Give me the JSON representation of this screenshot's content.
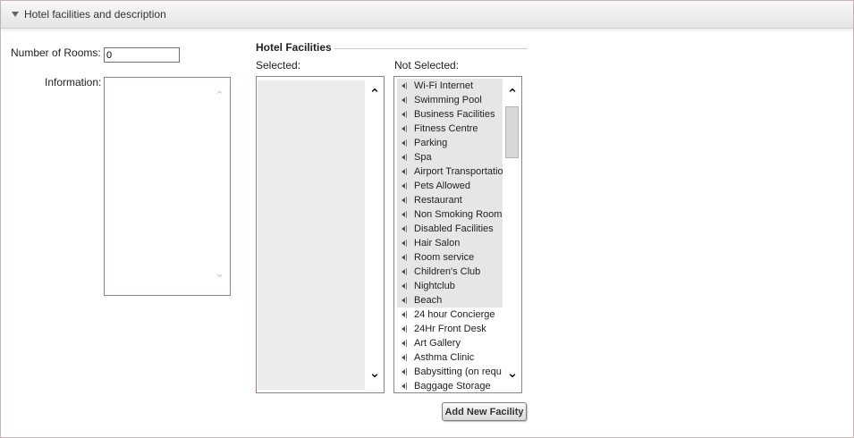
{
  "panel": {
    "title": "Hotel facilities and description"
  },
  "form": {
    "rooms_label": "Number of Rooms:",
    "rooms_value": "0",
    "information_label": "Information:"
  },
  "facilities": {
    "legend": "Hotel Facilities",
    "selected_label": "Selected:",
    "not_selected_label": "Not Selected:",
    "selected_items": [],
    "not_selected_items": [
      "Wi-Fi Internet",
      "Swimming Pool",
      "Business Facilities",
      "Fitness Centre",
      "Parking",
      "Spa",
      "Airport Transportatio",
      "Pets Allowed",
      "Restaurant",
      "Non Smoking Room",
      "Disabled Facilities",
      "Hair Salon",
      "Room service",
      "Children's Club",
      "Nightclub",
      "Beach",
      "24 hour Concierge",
      "24Hr Front Desk",
      "Art Gallery",
      "Asthma Clinic",
      "Babysitting (on requ",
      "Baggage Storage"
    ],
    "highlighted_count": 16,
    "scroll_position": 0.08
  },
  "buttons": {
    "add_facility": "Add New Facility"
  },
  "icons": {
    "collapse": "triangle-down-icon",
    "item_move": "arrow-left-icon",
    "scroll_up": "chevron-up-icon",
    "scroll_down": "chevron-down-icon"
  }
}
